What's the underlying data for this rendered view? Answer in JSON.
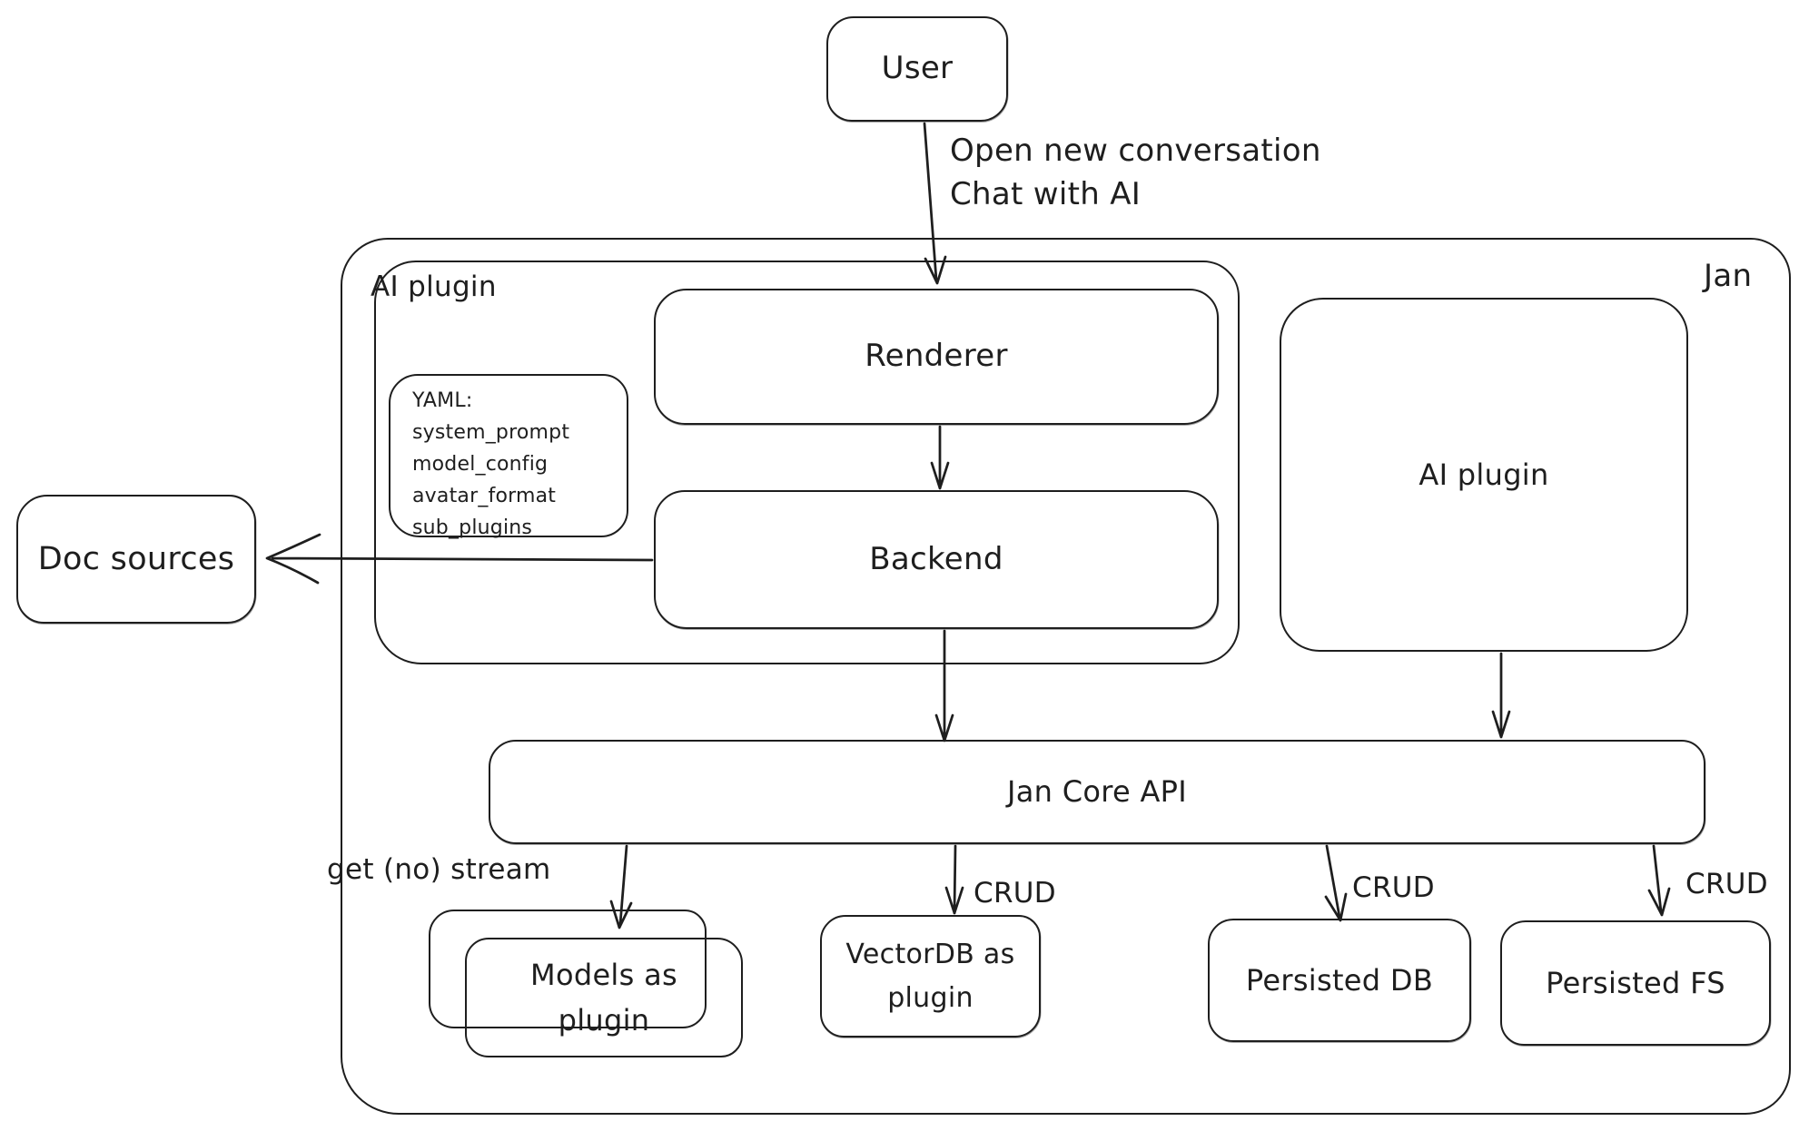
{
  "diagram": {
    "nodes": {
      "user": {
        "label": "User"
      },
      "jan": {
        "label": "Jan"
      },
      "ai_plugin_left": {
        "label": "AI plugin"
      },
      "yaml_note": {
        "lines": [
          "YAML:",
          "system_prompt",
          "model_config",
          "avatar_format",
          "sub_plugins"
        ]
      },
      "renderer": {
        "label": "Renderer"
      },
      "backend": {
        "label": "Backend"
      },
      "ai_plugin_right": {
        "label": "AI plugin"
      },
      "doc_sources": {
        "label": "Doc sources"
      },
      "jan_core_api": {
        "label": "Jan Core API"
      },
      "models_plugin": {
        "label": "Models as plugin"
      },
      "vectordb_plugin": {
        "label": "VectorDB as plugin"
      },
      "persisted_db": {
        "label": "Persisted DB"
      },
      "persisted_fs": {
        "label": "Persisted FS"
      }
    },
    "edge_labels": {
      "open_conversation": "Open new conversation",
      "chat_with_ai": "Chat with AI",
      "get_no_stream": "get (no) stream",
      "crud_vectordb": "CRUD",
      "crud_persisted_db": "CRUD",
      "crud_persisted_fs": "CRUD"
    },
    "colors": {
      "stroke": "#1e1e1e",
      "background": "#ffffff"
    }
  }
}
